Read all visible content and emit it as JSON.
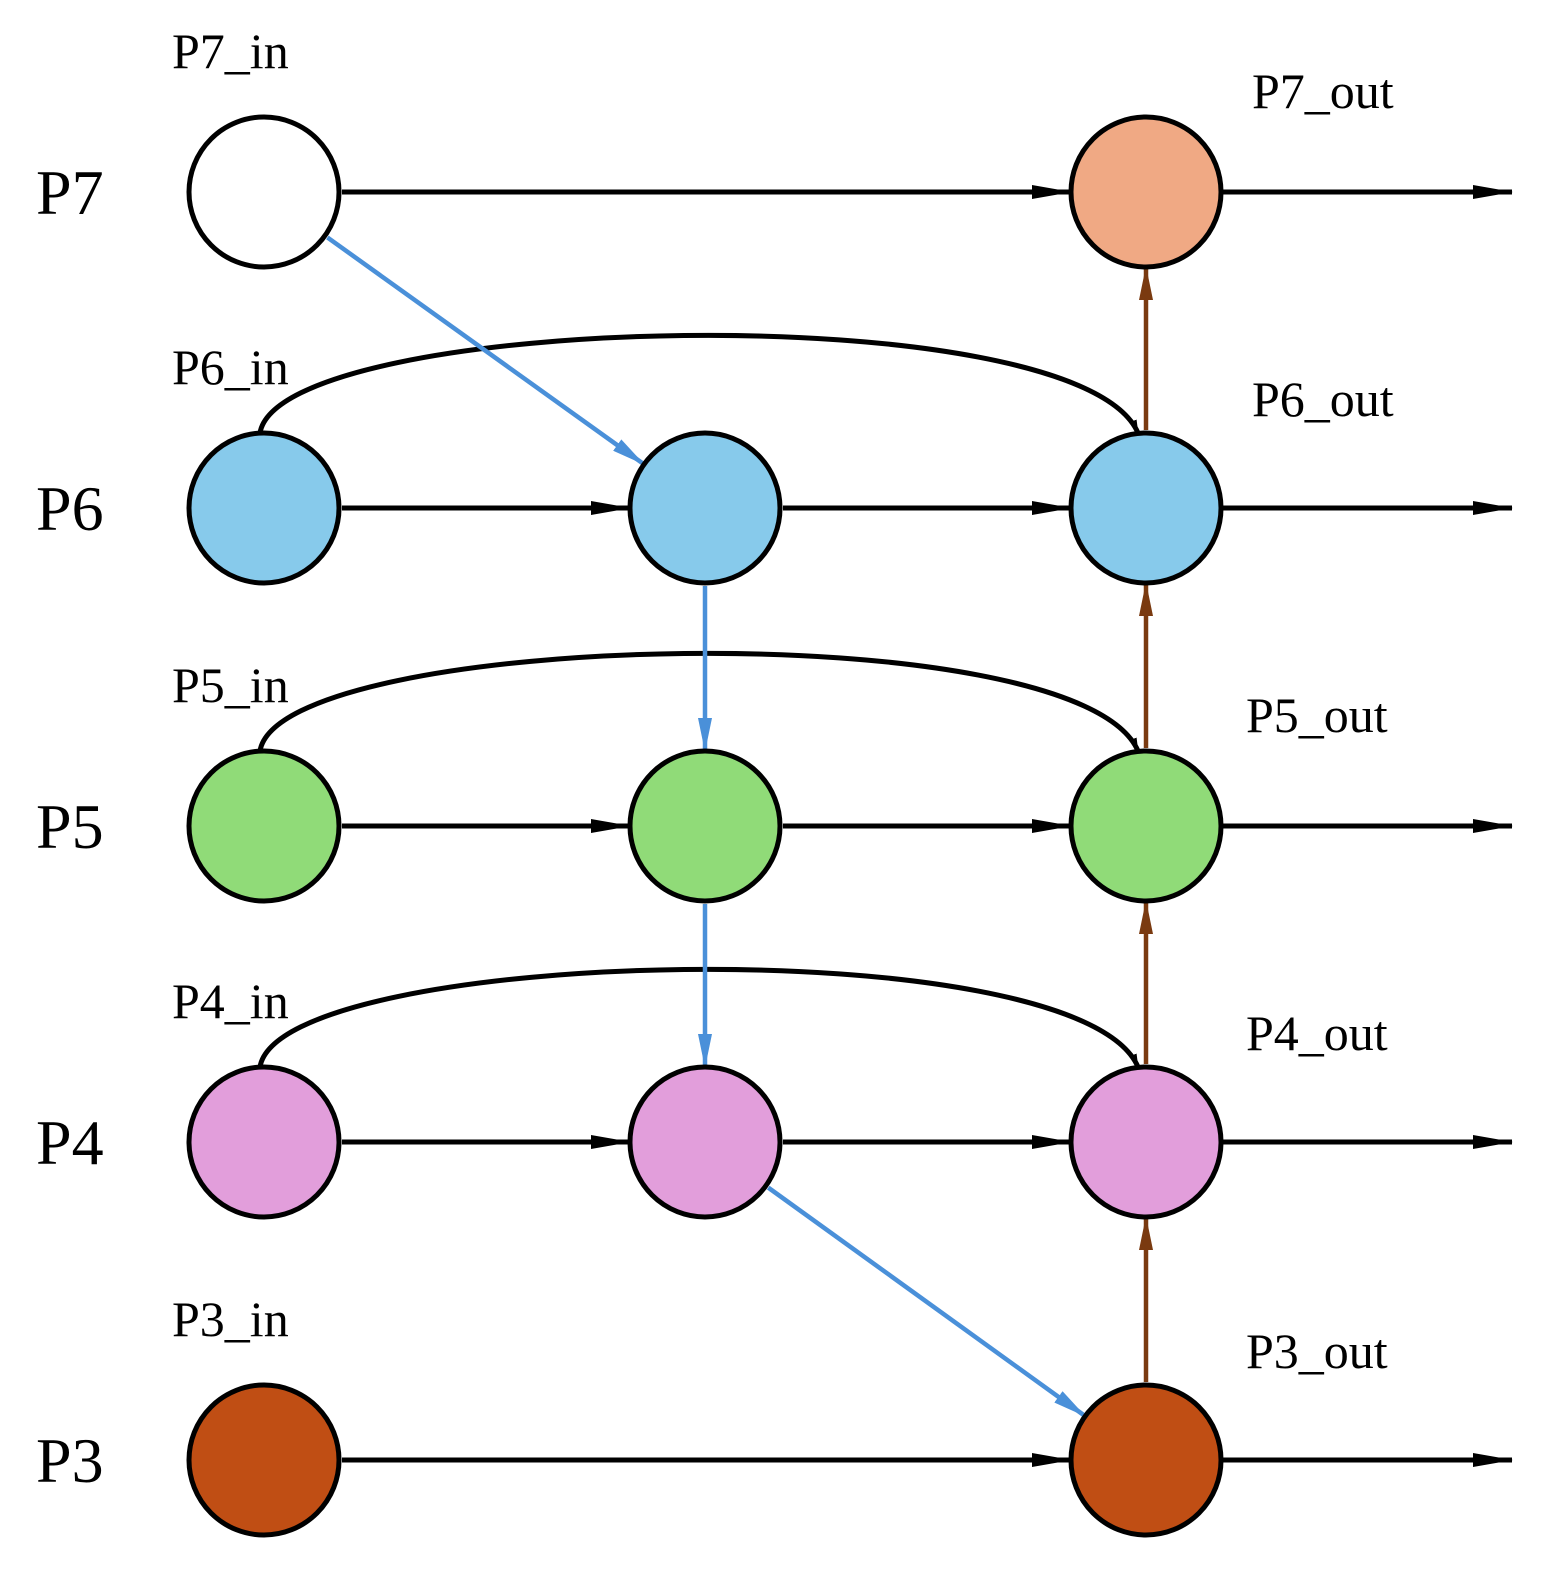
{
  "diagram": {
    "rows": [
      {
        "label": "P7",
        "in_label": "P7_in",
        "out_label": "P7_out",
        "colors": [
          "#FFFFFF",
          null,
          "#F0A984"
        ]
      },
      {
        "label": "P6",
        "in_label": "P6_in",
        "out_label": "P6_out",
        "colors": [
          "#87CAEB",
          "#87CAEB",
          "#87CAEB"
        ]
      },
      {
        "label": "P5",
        "in_label": "P5_in",
        "out_label": "P5_out",
        "colors": [
          "#90DB78",
          "#90DB78",
          "#90DB78"
        ]
      },
      {
        "label": "P4",
        "in_label": "P4_in",
        "out_label": "P4_out",
        "colors": [
          "#E29EDB",
          "#E29EDB",
          "#E29EDB"
        ]
      },
      {
        "label": "P3",
        "in_label": "P3_in",
        "out_label": "P3_out",
        "colors": [
          "#C04E14",
          null,
          "#C04E14"
        ]
      }
    ],
    "edge_colors": {
      "lateral": "#000000",
      "top_down": "#4A90D9",
      "bottom_up": "#7A3A10"
    },
    "edges": [
      {
        "from": [
          0,
          0
        ],
        "to": [
          0,
          2
        ],
        "type": "lateral"
      },
      {
        "from": [
          1,
          0
        ],
        "to": [
          1,
          1
        ],
        "type": "lateral"
      },
      {
        "from": [
          1,
          1
        ],
        "to": [
          1,
          2
        ],
        "type": "lateral"
      },
      {
        "from": [
          2,
          0
        ],
        "to": [
          2,
          1
        ],
        "type": "lateral"
      },
      {
        "from": [
          2,
          1
        ],
        "to": [
          2,
          2
        ],
        "type": "lateral"
      },
      {
        "from": [
          3,
          0
        ],
        "to": [
          3,
          1
        ],
        "type": "lateral"
      },
      {
        "from": [
          3,
          1
        ],
        "to": [
          3,
          2
        ],
        "type": "lateral"
      },
      {
        "from": [
          4,
          0
        ],
        "to": [
          4,
          2
        ],
        "type": "lateral"
      },
      {
        "from": [
          1,
          0
        ],
        "to": [
          1,
          2
        ],
        "type": "skip"
      },
      {
        "from": [
          2,
          0
        ],
        "to": [
          2,
          2
        ],
        "type": "skip"
      },
      {
        "from": [
          3,
          0
        ],
        "to": [
          3,
          2
        ],
        "type": "skip"
      },
      {
        "from": [
          0,
          0
        ],
        "to": [
          1,
          1
        ],
        "type": "top_down"
      },
      {
        "from": [
          1,
          1
        ],
        "to": [
          2,
          1
        ],
        "type": "top_down"
      },
      {
        "from": [
          2,
          1
        ],
        "to": [
          3,
          1
        ],
        "type": "top_down"
      },
      {
        "from": [
          3,
          1
        ],
        "to": [
          4,
          2
        ],
        "type": "top_down"
      },
      {
        "from": [
          4,
          2
        ],
        "to": [
          3,
          2
        ],
        "type": "bottom_up"
      },
      {
        "from": [
          3,
          2
        ],
        "to": [
          2,
          2
        ],
        "type": "bottom_up"
      },
      {
        "from": [
          2,
          2
        ],
        "to": [
          1,
          2
        ],
        "type": "bottom_up"
      },
      {
        "from": [
          1,
          2
        ],
        "to": [
          0,
          2
        ],
        "type": "bottom_up"
      }
    ]
  }
}
